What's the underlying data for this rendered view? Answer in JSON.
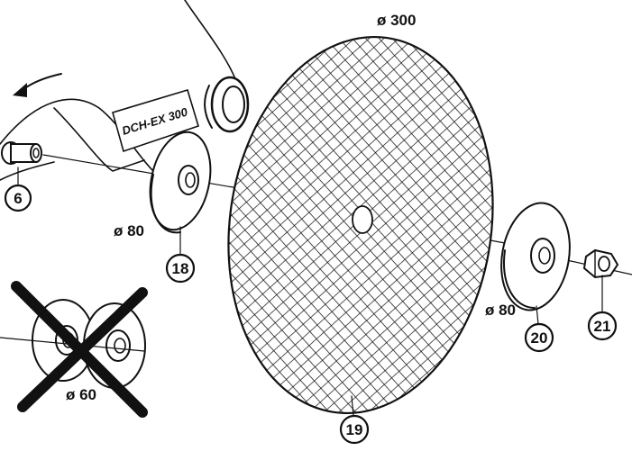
{
  "machine": {
    "model_badge": "DCH-EX 300"
  },
  "parts": [
    {
      "callout": "6"
    },
    {
      "callout": "18",
      "dimension": "ø 80"
    },
    {
      "callout": "19",
      "dimension": "ø 300"
    },
    {
      "callout": "20",
      "dimension": "ø 80"
    },
    {
      "callout": "21"
    }
  ],
  "incorrect_example": {
    "dimension": "ø 60"
  }
}
